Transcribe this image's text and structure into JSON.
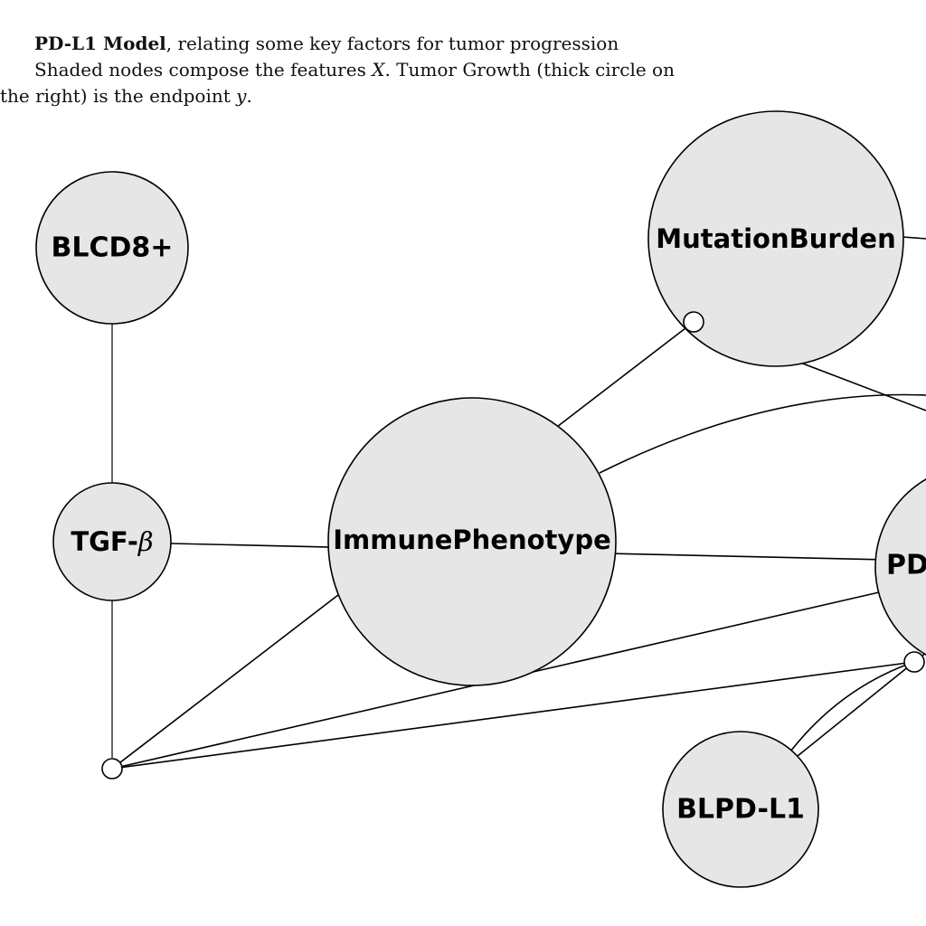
{
  "caption": {
    "title_bold": "PD-L1 Model",
    "title_rest": ", relating some key factors for tumor progression",
    "line2_a": "Shaded nodes compose the features ",
    "line2_math_x": "X",
    "line2_b": ".  Tumor Growth (thick circle on",
    "line3_a": "the right) is the endpoint ",
    "line3_math_y": "y",
    "line3_b": "."
  },
  "nodes": {
    "blcd8": "BLCD8+",
    "tgf": "TGF-",
    "tgf_beta": "β",
    "immune": "ImmunePhenotype",
    "mutation": "MutationBurden",
    "pdl1_partial": "PD",
    "blpdl1": "BLPD-L1"
  }
}
